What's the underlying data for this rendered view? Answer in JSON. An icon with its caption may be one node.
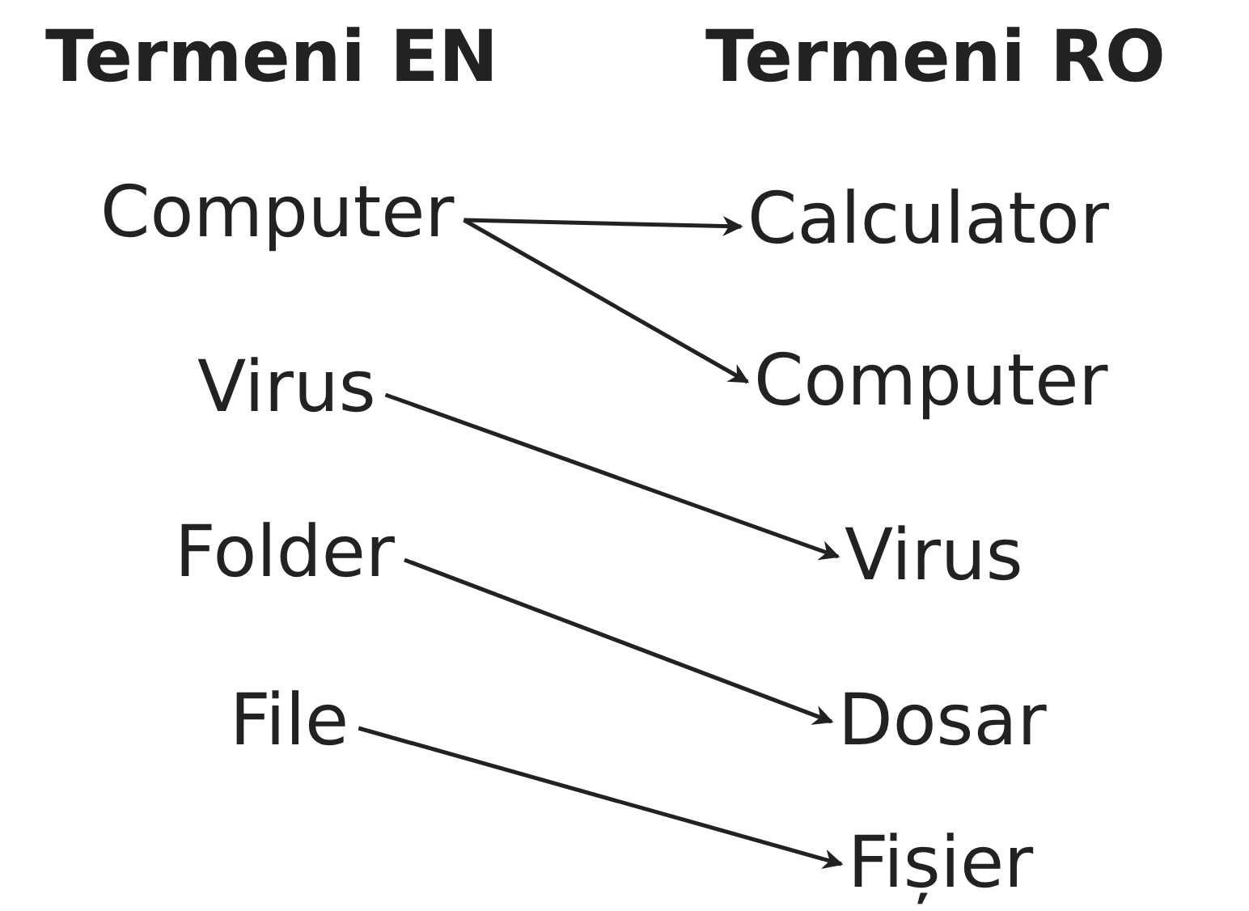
{
  "diagram": {
    "nodes": [
      {
        "text": [
          "Computer"
        ]
      },
      {
        "text": [
          "Virus"
        ]
      },
      {
        "text": [
          "Folder"
        ]
      },
      {
        "text": [
          "File"
        ]
      },
      {
        "text": [
          "Calculator"
        ]
      },
      {
        "text": [
          "Computer"
        ]
      },
      {
        "text": [
          "Virus"
        ]
      },
      {
        "text": [
          "Dosar"
        ]
      },
      {
        "text": [
          "Fișier"
        ]
      }
    ],
    "edges": [
      {
        "from": 0,
        "to": 4,
        "arrow": "to"
      },
      {
        "from": 0,
        "to": 5,
        "arrow": "to"
      },
      {
        "from": 1,
        "to": 6,
        "arrow": "to"
      },
      {
        "from": 2,
        "to": 7,
        "arrow": "to"
      },
      {
        "from": 3,
        "to": 8,
        "arrow": "to"
      }
    ],
    "labels": [
      "Termeni EN",
      "Termeni RO"
    ]
  }
}
